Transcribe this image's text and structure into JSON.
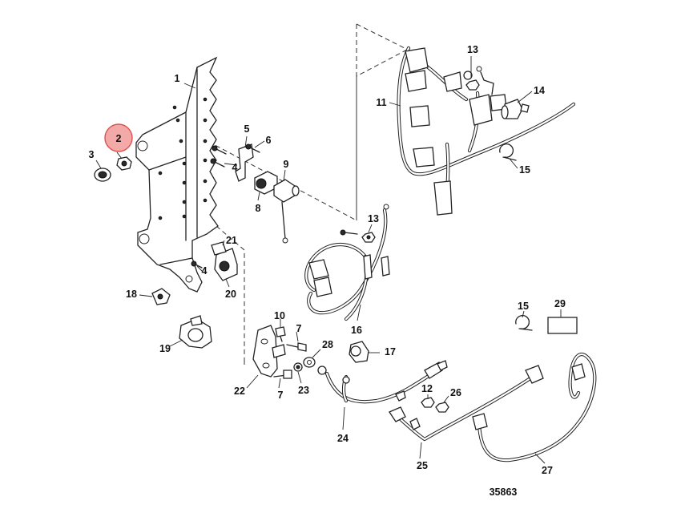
{
  "diagram": {
    "drawing_number": "35863",
    "highlighted_callout": "2",
    "callouts": [
      {
        "id": "c1",
        "text": "1"
      },
      {
        "id": "c2",
        "text": "2"
      },
      {
        "id": "c3",
        "text": "3"
      },
      {
        "id": "c4a",
        "text": "4"
      },
      {
        "id": "c4b",
        "text": "4"
      },
      {
        "id": "c5",
        "text": "5"
      },
      {
        "id": "c6",
        "text": "6"
      },
      {
        "id": "c7a",
        "text": "7"
      },
      {
        "id": "c7b",
        "text": "7"
      },
      {
        "id": "c8",
        "text": "8"
      },
      {
        "id": "c9",
        "text": "9"
      },
      {
        "id": "c10",
        "text": "10"
      },
      {
        "id": "c11",
        "text": "11"
      },
      {
        "id": "c12",
        "text": "12"
      },
      {
        "id": "c13a",
        "text": "13"
      },
      {
        "id": "c13b",
        "text": "13"
      },
      {
        "id": "c14",
        "text": "14"
      },
      {
        "id": "c15a",
        "text": "15"
      },
      {
        "id": "c15b",
        "text": "15"
      },
      {
        "id": "c16",
        "text": "16"
      },
      {
        "id": "c17",
        "text": "17"
      },
      {
        "id": "c18",
        "text": "18"
      },
      {
        "id": "c19",
        "text": "19"
      },
      {
        "id": "c20",
        "text": "20"
      },
      {
        "id": "c21",
        "text": "21"
      },
      {
        "id": "c22",
        "text": "22"
      },
      {
        "id": "c23",
        "text": "23"
      },
      {
        "id": "c24",
        "text": "24"
      },
      {
        "id": "c25",
        "text": "25"
      },
      {
        "id": "c26",
        "text": "26"
      },
      {
        "id": "c27",
        "text": "27"
      },
      {
        "id": "c28",
        "text": "28"
      },
      {
        "id": "c29",
        "text": "29"
      }
    ],
    "colors": {
      "highlight_fill": "#f4a9a9",
      "highlight_stroke": "#d9534f",
      "ink": "#222222"
    }
  }
}
